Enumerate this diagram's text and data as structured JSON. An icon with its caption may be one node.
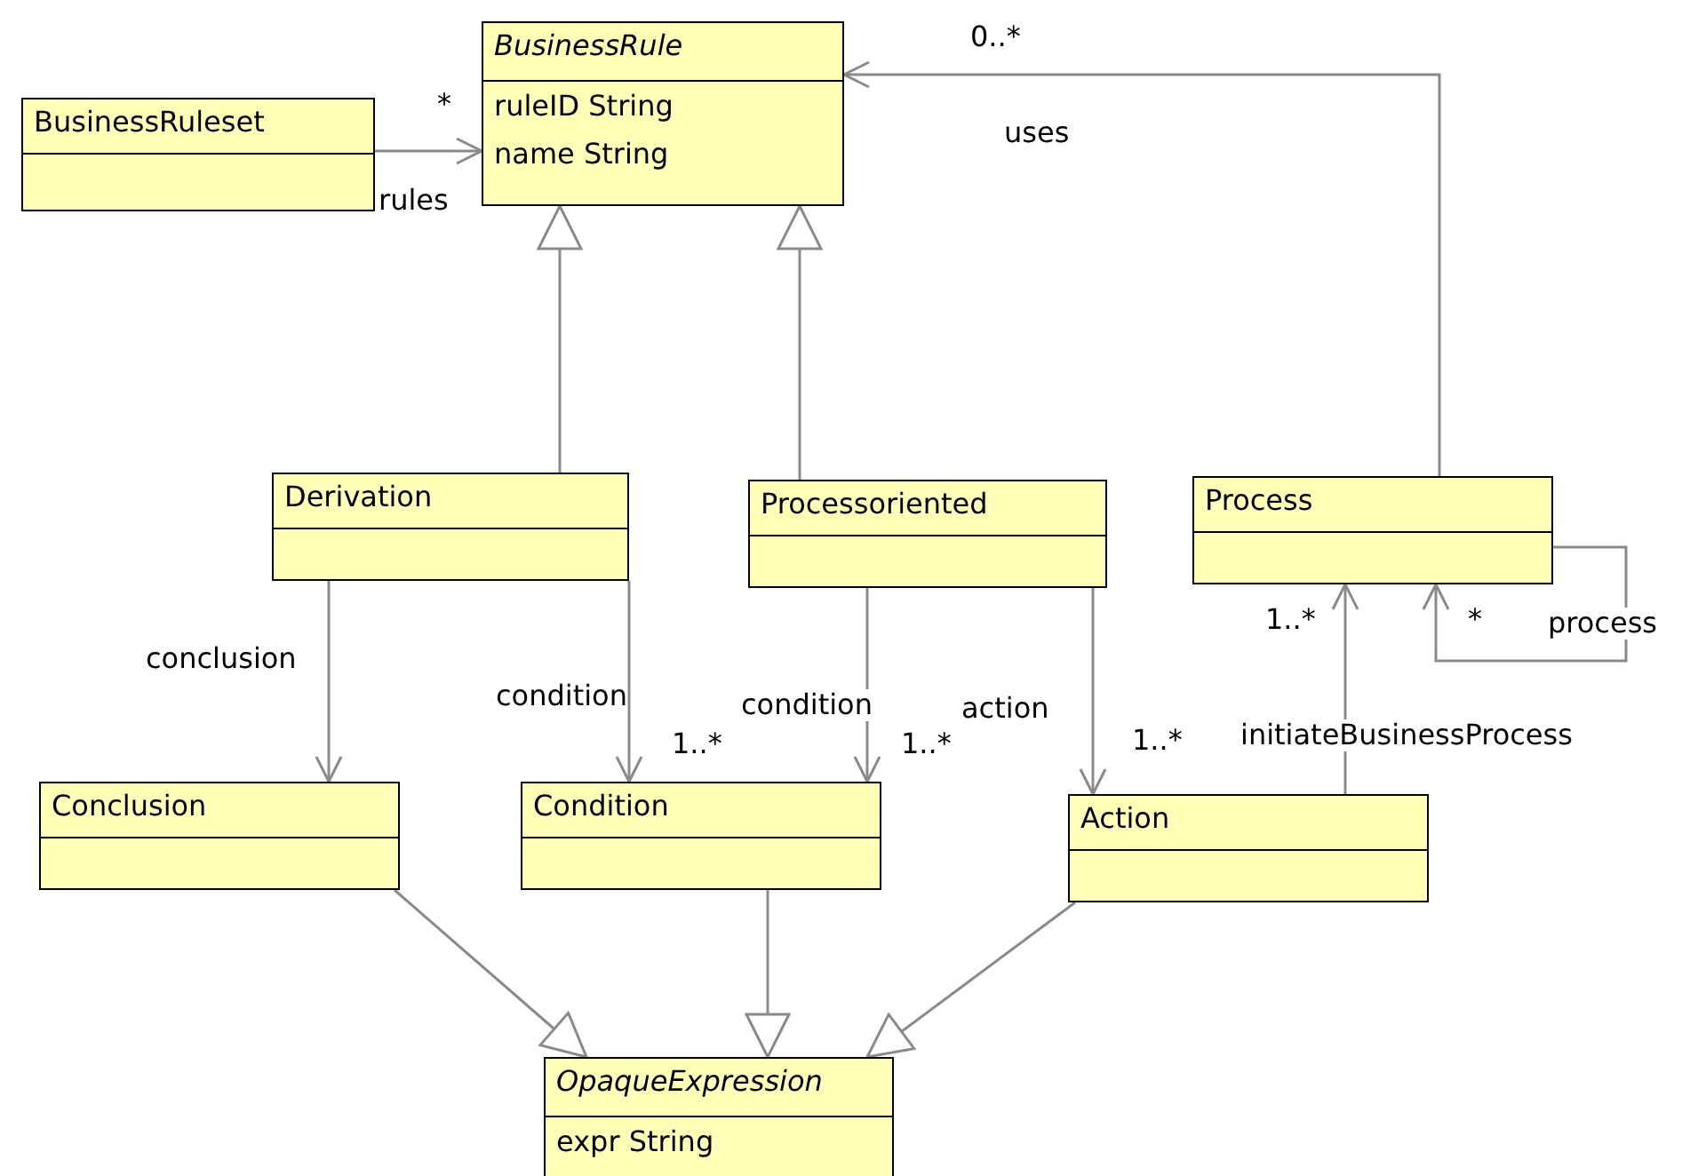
{
  "diagram": {
    "nodes": [
      {
        "text": [
          "BusinessRule",
          "ruleID String",
          "name String"
        ]
      },
      {
        "text": [
          "BusinessRuleset"
        ]
      },
      {
        "text": [
          "Derivation"
        ]
      },
      {
        "text": [
          "Processoriented"
        ]
      },
      {
        "text": [
          "Process"
        ]
      },
      {
        "text": [
          "Conclusion"
        ]
      },
      {
        "text": [
          "Condition"
        ]
      },
      {
        "text": [
          "Action"
        ]
      },
      {
        "text": [
          "OpaqueExpression",
          "expr String"
        ]
      }
    ],
    "edges": [
      {
        "from": 1,
        "to": 0,
        "arrow": "to",
        "label": "rules"
      },
      {
        "from": 4,
        "to": 0,
        "arrow": "to",
        "label": "uses"
      },
      {
        "from": 2,
        "to": 0,
        "arrow": "to"
      },
      {
        "from": 3,
        "to": 0,
        "arrow": "to"
      },
      {
        "from": 4,
        "to": 4,
        "arrow": "to",
        "label": "process"
      },
      {
        "from": 2,
        "to": 5,
        "arrow": "to",
        "label": "conclusion"
      },
      {
        "from": 2,
        "to": 6,
        "arrow": "to",
        "label": "condition"
      },
      {
        "from": 3,
        "to": 6,
        "arrow": "to",
        "label": "condition"
      },
      {
        "from": 3,
        "to": 7,
        "arrow": "to",
        "label": "action"
      },
      {
        "from": 7,
        "to": 4,
        "arrow": "to",
        "label": "initiateBusinessProcess"
      },
      {
        "from": 5,
        "to": 8,
        "arrow": "to"
      },
      {
        "from": 6,
        "to": 8,
        "arrow": "to"
      },
      {
        "from": 7,
        "to": 8,
        "arrow": "to"
      }
    ],
    "labels": [
      "0..*",
      "*",
      "1..*",
      "*",
      "1..*",
      "1..*",
      "1..*"
    ]
  }
}
